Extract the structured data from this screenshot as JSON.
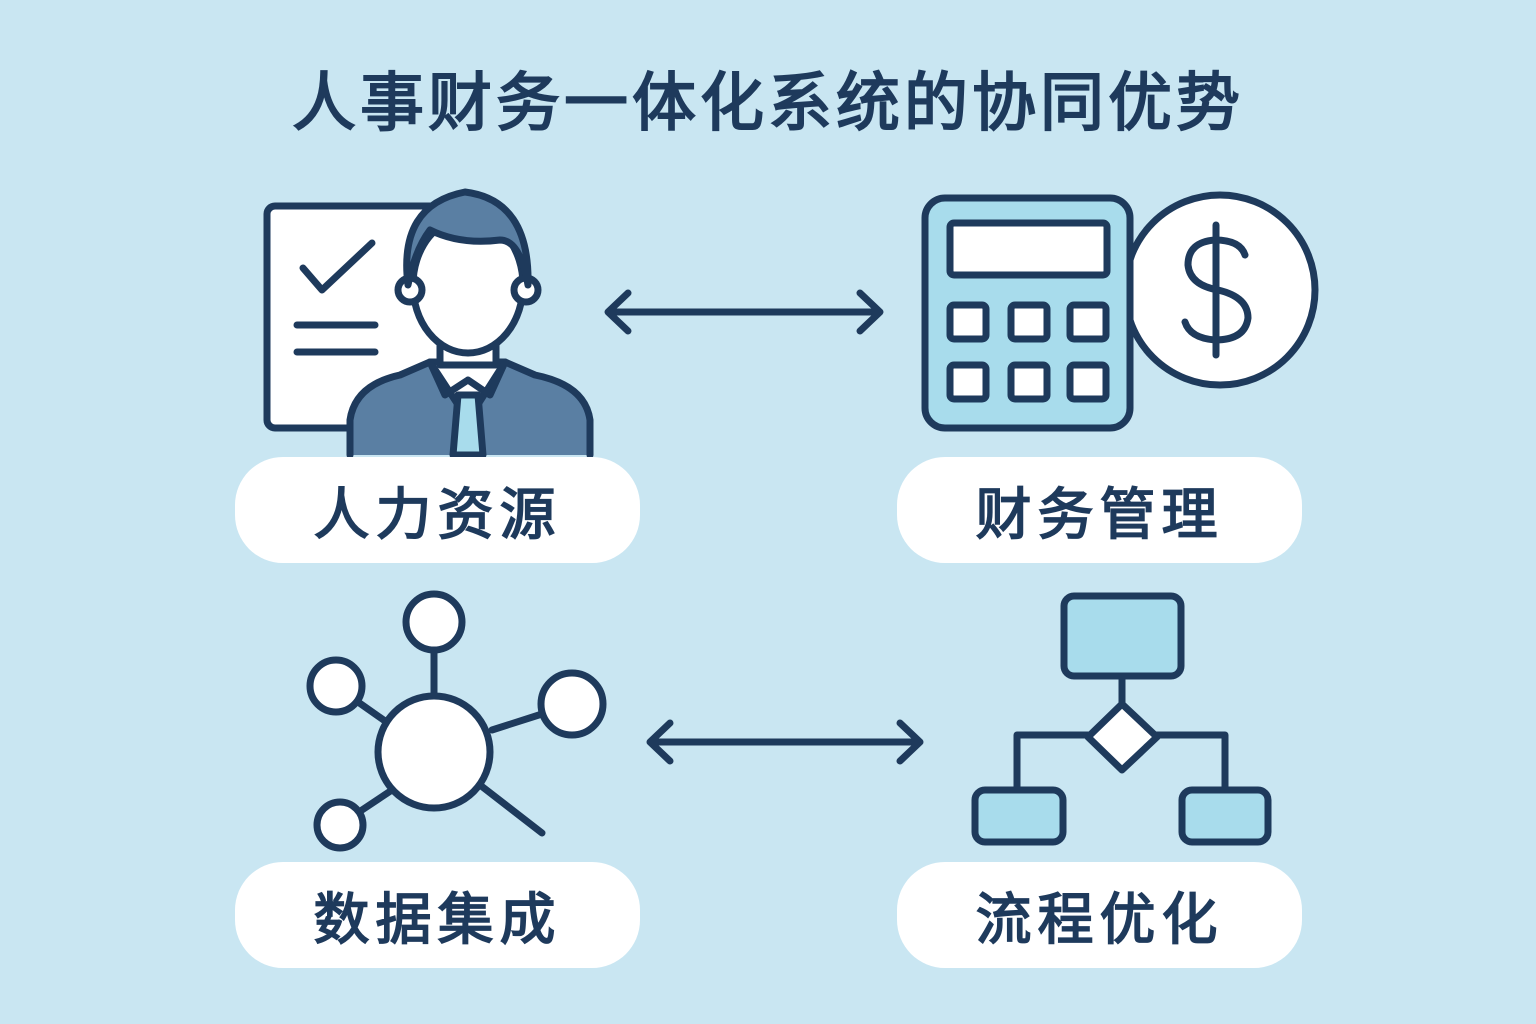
{
  "title": "人事财务一体化系统的协同优势",
  "modules": [
    {
      "label": "人力资源",
      "icon": "hr-person-icon"
    },
    {
      "label": "财务管理",
      "icon": "calculator-dollar-icon"
    },
    {
      "label": "数据集成",
      "icon": "network-hub-icon"
    },
    {
      "label": "流程优化",
      "icon": "flowchart-icon"
    }
  ],
  "colors": {
    "background": "#c9e6f2",
    "navy": "#1e3a5c",
    "light_blue": "#a8dcec",
    "suit": "#5a7fa3"
  }
}
